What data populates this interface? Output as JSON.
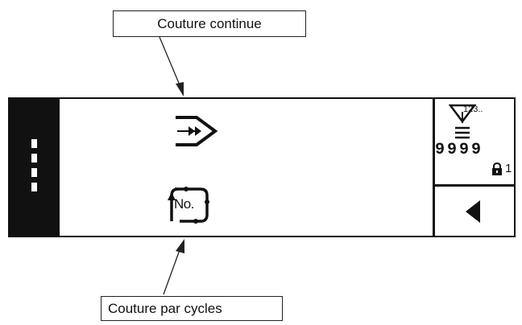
{
  "callouts": {
    "continuous": "Couture continue",
    "cycles": "Couture par cycles"
  },
  "icons": {
    "continuous_sewing": "continuous-sewing-icon",
    "cycle_sewing": "cycle-sewing-icon",
    "cycle_label": "No.",
    "counter": "stitch-counter-icon",
    "counter_label": "123..",
    "lock": "lock-icon",
    "back": "back-arrow-icon"
  },
  "status": {
    "counter_value": "9999",
    "lock_level": "1"
  },
  "colors": {
    "panel_border": "#111111",
    "left_bar": "#111111",
    "background": "#ffffff"
  }
}
